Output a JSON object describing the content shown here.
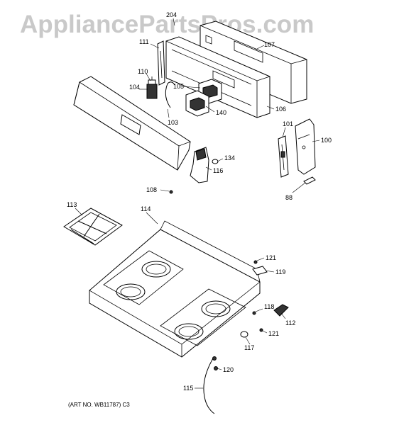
{
  "watermark": "AppliancePartsPros.com",
  "art_number": "(ART NO. WB11787) C3",
  "labels": {
    "p204": "204",
    "p107": "107",
    "p111": "111",
    "p110": "110",
    "p104": "104",
    "p105": "105",
    "p140": "140",
    "p106": "106",
    "p103": "103",
    "p101": "101",
    "p100": "100",
    "p134": "134",
    "p116": "116",
    "p108": "108",
    "p88": "88",
    "p113": "113",
    "p114": "114",
    "p121a": "121",
    "p119": "119",
    "p118": "118",
    "p112": "112",
    "p121b": "121",
    "p117": "117",
    "p120": "120",
    "p115": "115"
  }
}
